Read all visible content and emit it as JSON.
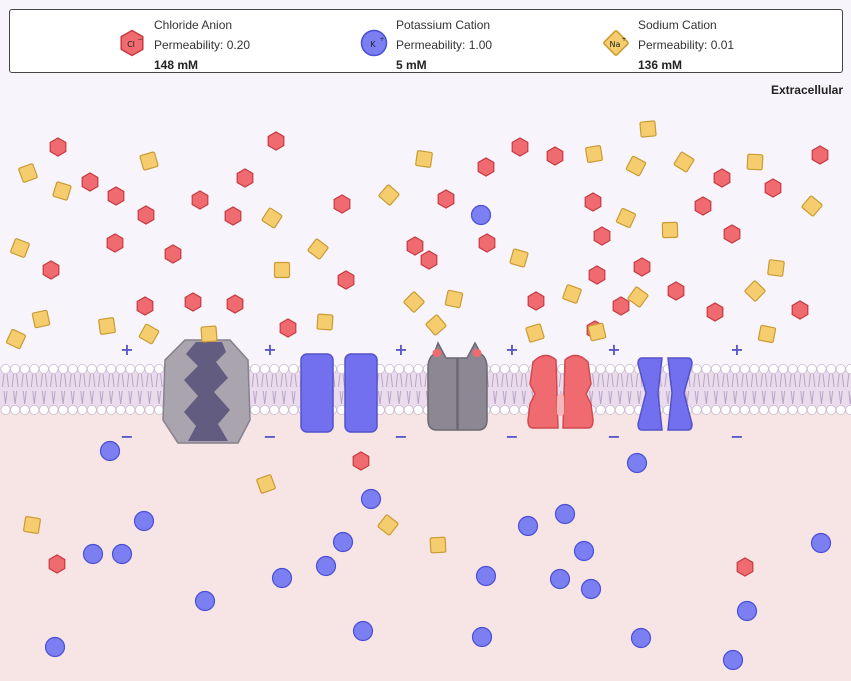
{
  "legend": {
    "items": [
      {
        "name": "Chloride Anion",
        "permeability": "Permeability: 0.20",
        "concentration": "148 mM",
        "symbol": "Cl",
        "superscript": "−",
        "shape": "hexagon",
        "color": "#f06b70",
        "stroke": "#c73a42"
      },
      {
        "name": "Potassium Cation",
        "permeability": "Permeability: 1.00",
        "concentration": "5 mM",
        "symbol": "K",
        "superscript": "+",
        "shape": "circle",
        "color": "#7b7ff2",
        "stroke": "#4a4fd4"
      },
      {
        "name": "Sodium Cation",
        "permeability": "Permeability: 0.01",
        "concentration": "136 mM",
        "symbol": "Na",
        "superscript": "+",
        "shape": "diamond",
        "color": "#f6cd6e",
        "stroke": "#c99b33"
      }
    ]
  },
  "region_label": "Extracellular",
  "membrane_charges": {
    "top": "+",
    "bottom": "−"
  },
  "colors": {
    "extracellular_bg": "#f8f4fb",
    "intracellular_bg": "#f7e5e5",
    "membrane": "#eadcec",
    "charge": "#5b58c8",
    "channel_gray": "#8c8792",
    "channel_blue": "#7270ee",
    "channel_red": "#f06b70"
  },
  "channels": [
    {
      "kind": "pump",
      "label": "pump-protein"
    },
    {
      "kind": "potassium-leak",
      "label": "potassium-leak-channel"
    },
    {
      "kind": "gated-gray",
      "label": "gated-channel"
    },
    {
      "kind": "sodium",
      "label": "sodium-channel"
    },
    {
      "kind": "potassium-voltage",
      "label": "potassium-channel"
    }
  ],
  "particles": {
    "chloride_out": [
      [
        58,
        147
      ],
      [
        90,
        182
      ],
      [
        116,
        196
      ],
      [
        146,
        215
      ],
      [
        200,
        200
      ],
      [
        233,
        216
      ],
      [
        245,
        178
      ],
      [
        276,
        141
      ],
      [
        51,
        270
      ],
      [
        115,
        243
      ],
      [
        173,
        254
      ],
      [
        193,
        302
      ],
      [
        235,
        304
      ],
      [
        145,
        306
      ],
      [
        288,
        328
      ],
      [
        346,
        280
      ],
      [
        342,
        204
      ],
      [
        415,
        246
      ],
      [
        429,
        260
      ],
      [
        446,
        199
      ],
      [
        486,
        167
      ],
      [
        487,
        243
      ],
      [
        520,
        147
      ],
      [
        555,
        156
      ],
      [
        593,
        202
      ],
      [
        602,
        236
      ],
      [
        597,
        275
      ],
      [
        536,
        301
      ],
      [
        595,
        330
      ],
      [
        621,
        306
      ],
      [
        642,
        267
      ],
      [
        676,
        291
      ],
      [
        703,
        206
      ],
      [
        732,
        234
      ],
      [
        722,
        178
      ],
      [
        773,
        188
      ],
      [
        820,
        155
      ],
      [
        715,
        312
      ],
      [
        800,
        310
      ]
    ],
    "sodium_out": [
      [
        28,
        173
      ],
      [
        62,
        191
      ],
      [
        149,
        161
      ],
      [
        20,
        248
      ],
      [
        41,
        319
      ],
      [
        16,
        339
      ],
      [
        107,
        326
      ],
      [
        149,
        334
      ],
      [
        209,
        334
      ],
      [
        272,
        218
      ],
      [
        282,
        270
      ],
      [
        318,
        249
      ],
      [
        325,
        322
      ],
      [
        389,
        195
      ],
      [
        424,
        159
      ],
      [
        414,
        302
      ],
      [
        454,
        299
      ],
      [
        436,
        325
      ],
      [
        519,
        258
      ],
      [
        535,
        333
      ],
      [
        572,
        294
      ],
      [
        597,
        332
      ],
      [
        626,
        218
      ],
      [
        594,
        154
      ],
      [
        636,
        166
      ],
      [
        648,
        129
      ],
      [
        684,
        162
      ],
      [
        670,
        230
      ],
      [
        638,
        297
      ],
      [
        755,
        162
      ],
      [
        812,
        206
      ],
      [
        776,
        268
      ],
      [
        755,
        291
      ],
      [
        767,
        334
      ]
    ],
    "potassium_out": [
      [
        481,
        215
      ]
    ],
    "chloride_in": [
      [
        361,
        461
      ],
      [
        57,
        564
      ],
      [
        745,
        567
      ]
    ],
    "sodium_in": [
      [
        266,
        484
      ],
      [
        32,
        525
      ],
      [
        388,
        525
      ],
      [
        438,
        545
      ]
    ],
    "potassium_in": [
      [
        110,
        451
      ],
      [
        144,
        521
      ],
      [
        93,
        554
      ],
      [
        122,
        554
      ],
      [
        371,
        499
      ],
      [
        343,
        542
      ],
      [
        326,
        566
      ],
      [
        282,
        578
      ],
      [
        205,
        601
      ],
      [
        363,
        631
      ],
      [
        55,
        647
      ],
      [
        486,
        576
      ],
      [
        482,
        637
      ],
      [
        528,
        526
      ],
      [
        565,
        514
      ],
      [
        584,
        551
      ],
      [
        560,
        579
      ],
      [
        591,
        589
      ],
      [
        637,
        463
      ],
      [
        641,
        638
      ],
      [
        747,
        611
      ],
      [
        733,
        660
      ],
      [
        821,
        543
      ]
    ]
  }
}
